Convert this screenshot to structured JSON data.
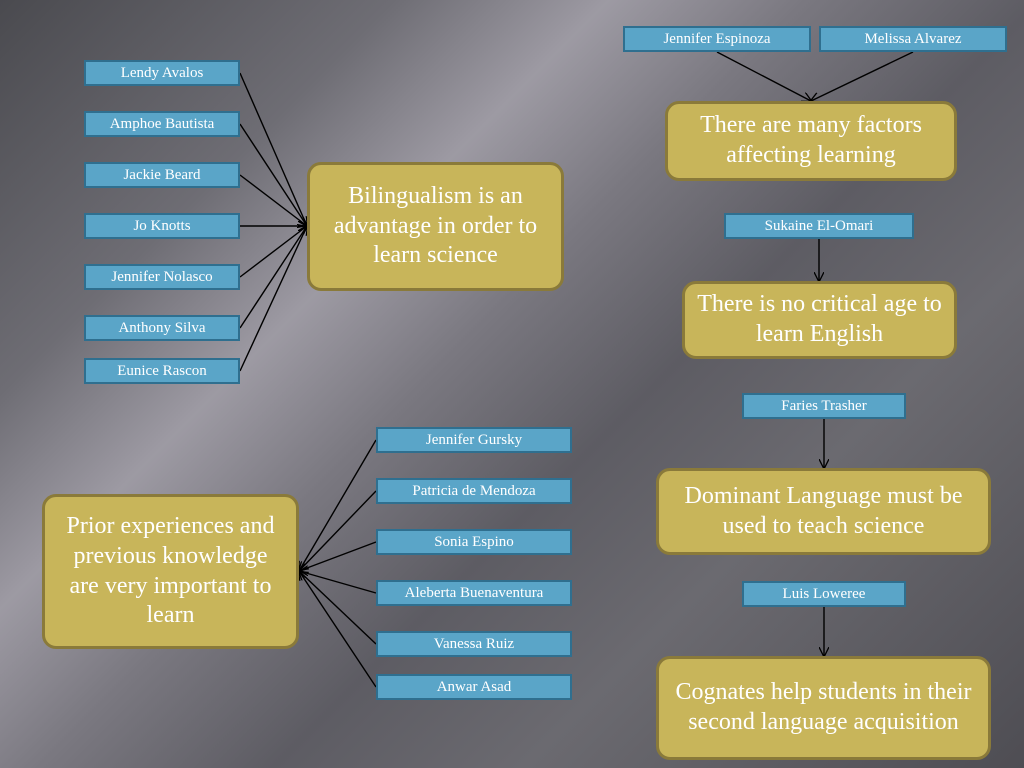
{
  "colors": {
    "name_fill": "#5aa5c8",
    "name_border": "#2f6f8f",
    "idea_fill": "#c8b55a",
    "idea_border": "#8a7a3a",
    "text": "#ffffff",
    "arrow": "#000000"
  },
  "groups": {
    "bilingualism": {
      "idea": "Bilingualism is an advantage in order to learn science",
      "names": [
        "Lendy Avalos",
        "Amphoe Bautista",
        "Jackie Beard",
        "Jo Knotts",
        "Jennifer Nolasco",
        "Anthony Silva",
        "Eunice Rascon"
      ]
    },
    "prior_experience": {
      "idea": "Prior experiences and previous knowledge are very important to learn",
      "names": [
        "Jennifer Gursky",
        "Patricia de Mendoza",
        "Sonia Espino",
        "Aleberta Buenaventura",
        "Vanessa Ruiz",
        "Anwar Asad"
      ]
    },
    "many_factors": {
      "idea": "There are many factors affecting learning",
      "names": [
        "Jennifer Espinoza",
        "Melissa Alvarez"
      ]
    },
    "critical_age": {
      "idea": "There is no critical age to learn English",
      "names": [
        "Sukaine El-Omari"
      ]
    },
    "dominant_language": {
      "idea": "Dominant Language must be used to teach science",
      "names": [
        "Faries Trasher"
      ]
    },
    "cognates": {
      "idea": "Cognates help students in their second language acquisition",
      "names": [
        "Luis Loweree"
      ]
    }
  }
}
